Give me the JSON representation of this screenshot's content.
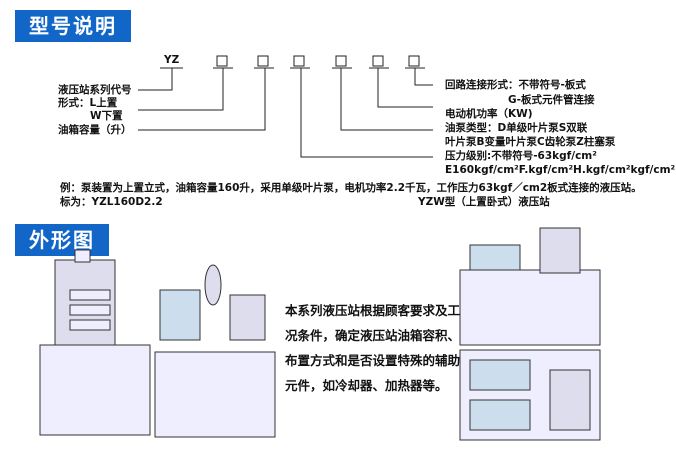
{
  "headers": {
    "model": "型号说明",
    "outline": "外形图"
  },
  "code": {
    "prefix": "YZ"
  },
  "labels": {
    "series": "液压站系列代号",
    "form1": "形式：L上置",
    "form2": "W下置",
    "tank": "油箱容量（升）",
    "circuit1": "回路连接形式：不带符号-板式",
    "circuit2": "G-板式元件管连接",
    "motor": "电动机功率（KW)",
    "pump1": "油泵类型：D单级叶片泵S双联",
    "pump2": "叶片泵B变量叶片泵C齿轮泵Z柱塞泵",
    "pressure1": "压力级别:不带符号-63kgf/cm²",
    "pressure2": "E160kgf/cm²F.kgf/cm²H.kgf/cm²kgf/cm²"
  },
  "example": {
    "line1": "例：泵装置为上置立式，油箱容量160升，采用单级叶片泵，电机功率2.2千瓦，工作压力63kgf／cm2板式连接的液压站。",
    "line2": "标为：YZL160D2.2",
    "line3": "YZW型（上置卧式）液压站"
  },
  "description": "本系列液压站根据顾客要求及工况条件，确定液压站油箱容积、布置方式和是否设置特殊的辅助元件，如冷却器、加热器等。"
}
